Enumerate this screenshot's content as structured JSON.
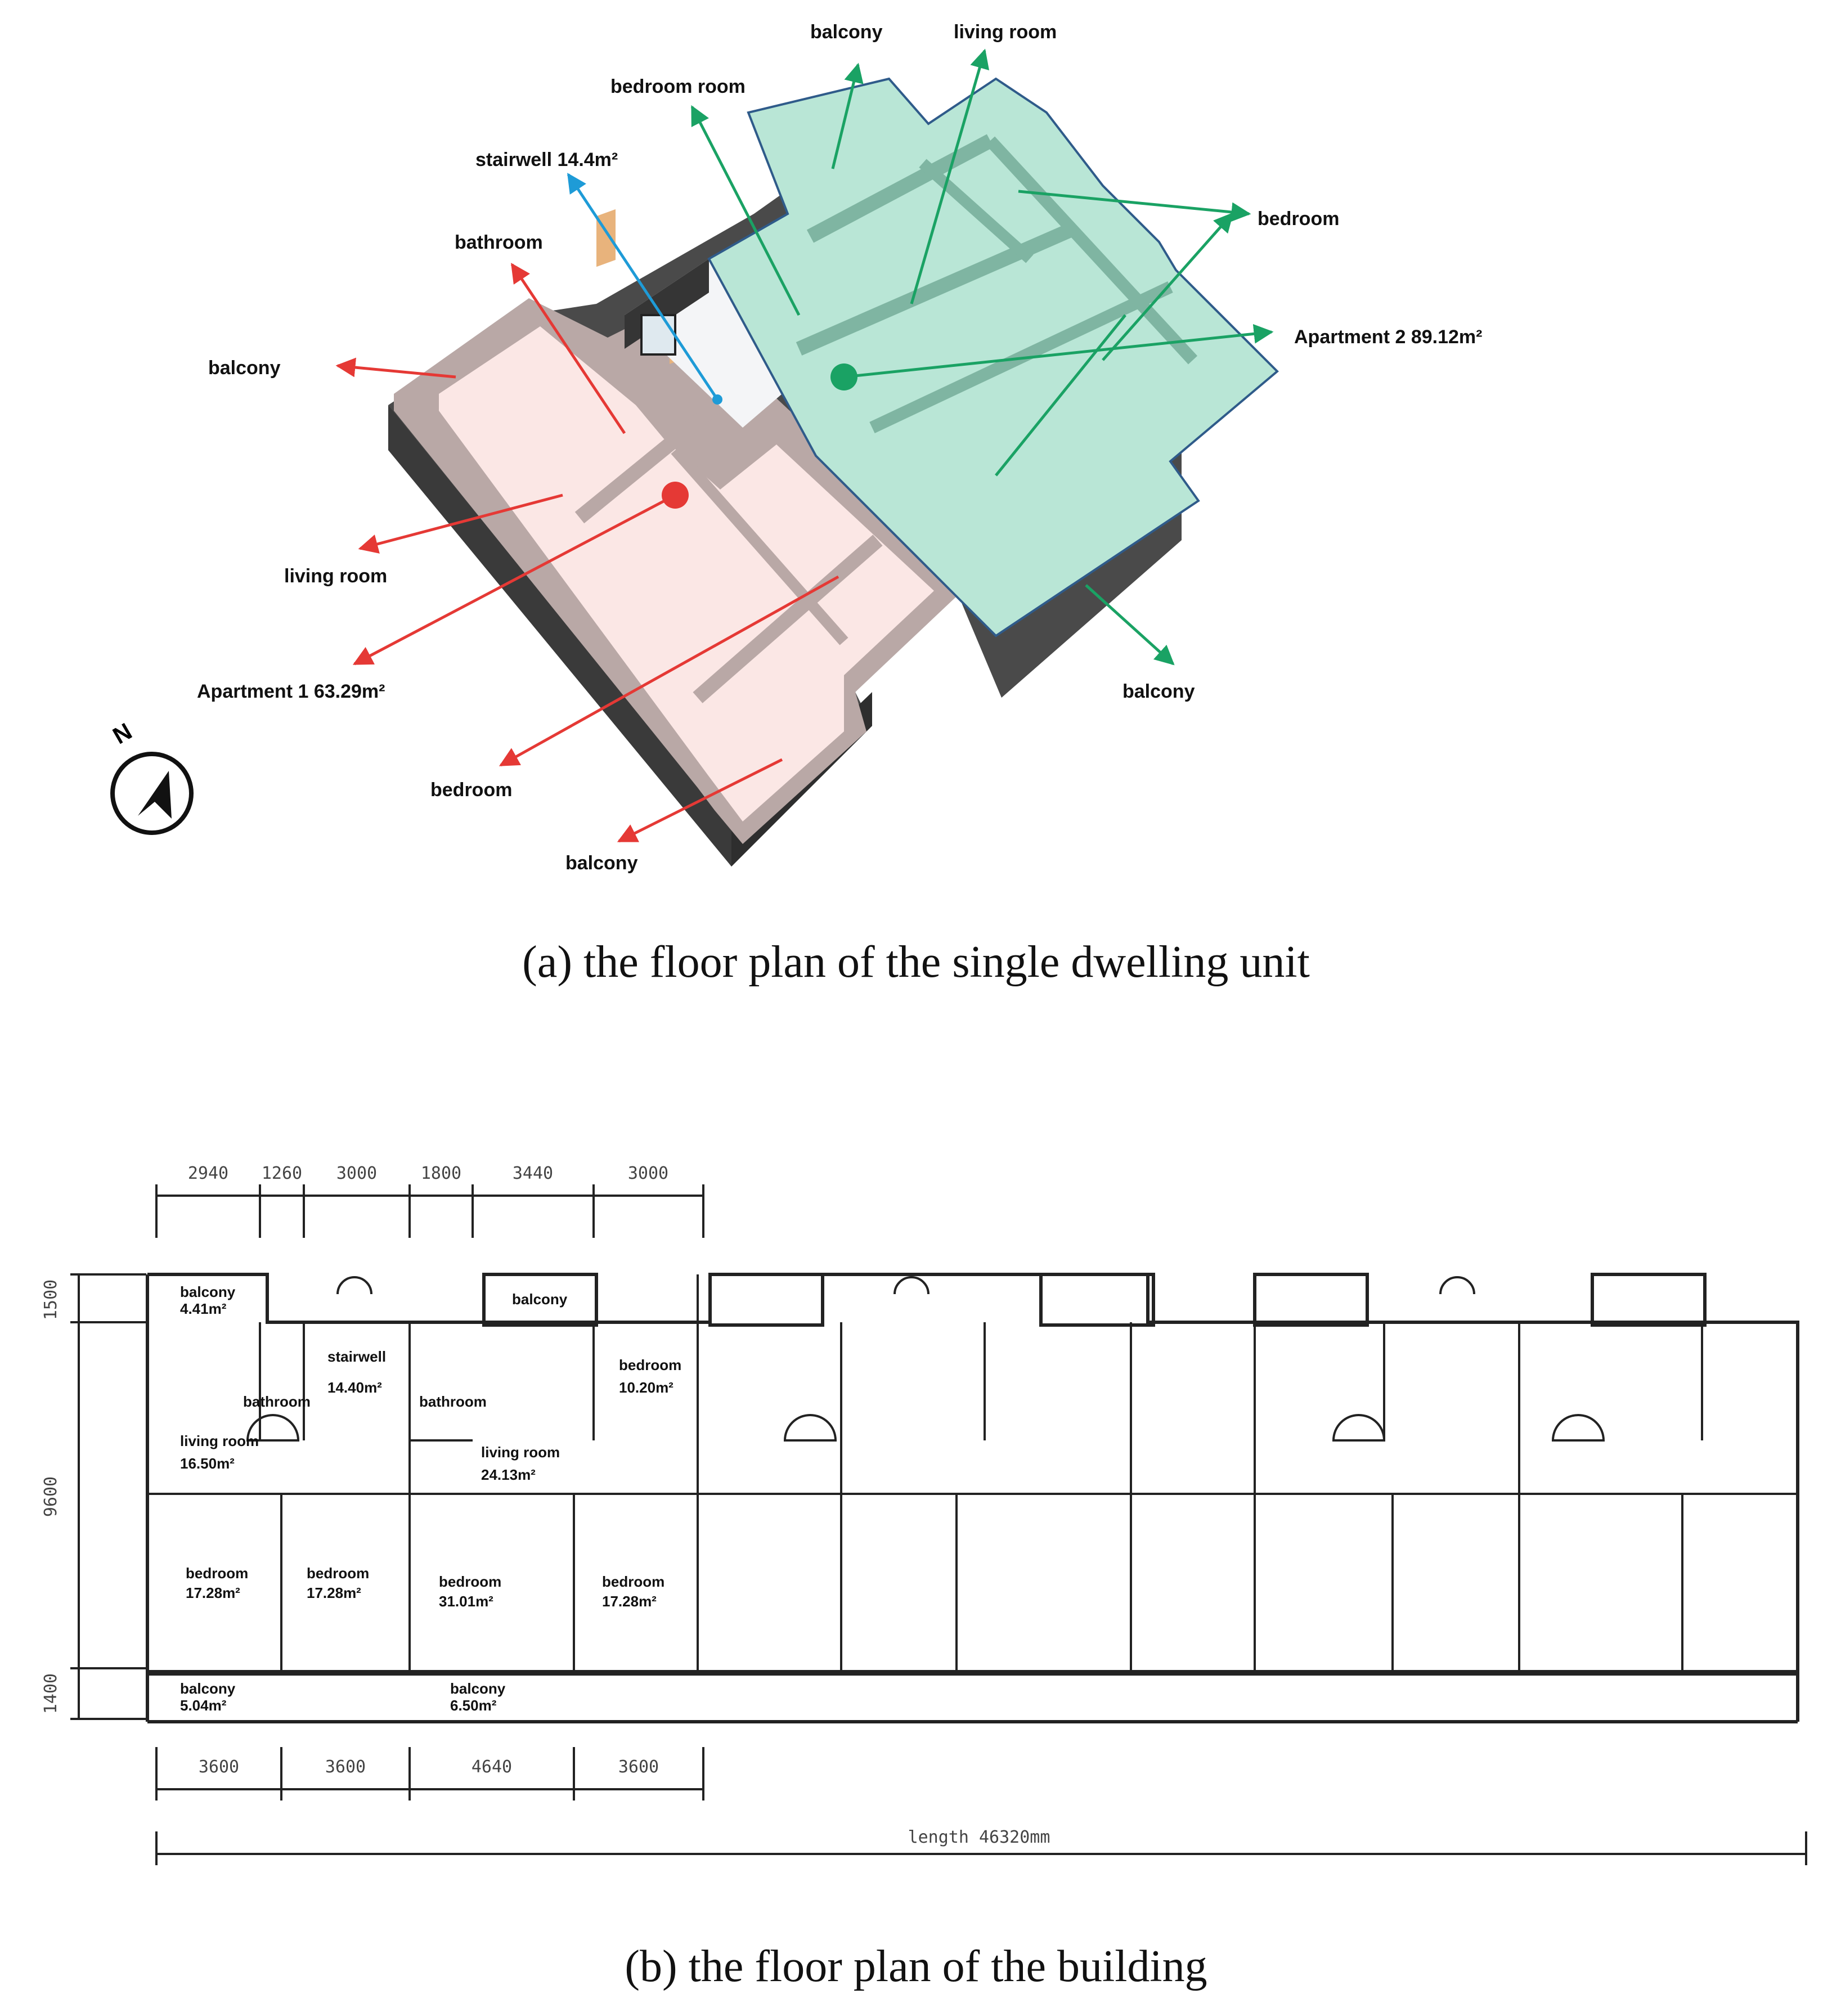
{
  "iso": {
    "labels": {
      "balcony_top": "balcony",
      "living_room_top": "living room",
      "bedroom_room": "bedroom room",
      "stairwell": "stairwell 14.4m²",
      "bedroom_right": "bedroom",
      "apartment2": "Apartment 2  89.12m²",
      "bathroom": "bathroom",
      "balcony_left": "balcony",
      "living_room_left": "living room",
      "apartment1": "Apartment 1  63.29m²",
      "bedroom_bottom": "bedroom",
      "balcony_bottom": "balcony",
      "balcony_right": "balcony"
    },
    "compass": "N"
  },
  "captions": {
    "a": "(a) the floor plan of the single dwelling unit",
    "b": "(b) the floor plan of the building"
  },
  "plan": {
    "dims_top": [
      "2940",
      "1260",
      "3000",
      "1800",
      "3440",
      "3000"
    ],
    "dims_bottom": [
      "3600",
      "3600",
      "4640",
      "3600"
    ],
    "dims_left": [
      "1500",
      "9600",
      "1400"
    ],
    "length": "length  46320mm",
    "rooms": {
      "balcony1_name": "balcony",
      "balcony1_area": "4.41m²",
      "balcony2_name": "balcony",
      "stairwell_name": "stairwell",
      "stairwell_area": "14.40m²",
      "bathroom1_name": "bathroom",
      "bathroom2_name": "bathroom",
      "bedroom_ne_name": "bedroom",
      "bedroom_ne_area": "10.20m²",
      "living1_name": "living room",
      "living1_area": "16.50m²",
      "living2_name": "living room",
      "living2_area": "24.13m²",
      "bedroom1_name": "bedroom",
      "bedroom1_area": "17.28m²",
      "bedroom2_name": "bedroom",
      "bedroom2_area": "17.28m²",
      "bedroom3_name": "bedroom",
      "bedroom3_area": "31.01m²",
      "bedroom4_name": "bedroom",
      "bedroom4_area": "17.28m²",
      "balcony3_name": "balcony",
      "balcony3_area": "5.04m²",
      "balcony4_name": "balcony",
      "balcony4_area": "6.50m²"
    }
  },
  "colors": {
    "apartment1": "#e53935",
    "apartment2": "#1aa264",
    "stairwell": "#1e9bd7",
    "apt1_fill": "#fbe7e5",
    "apt2_fill": "#b9e6d6"
  }
}
